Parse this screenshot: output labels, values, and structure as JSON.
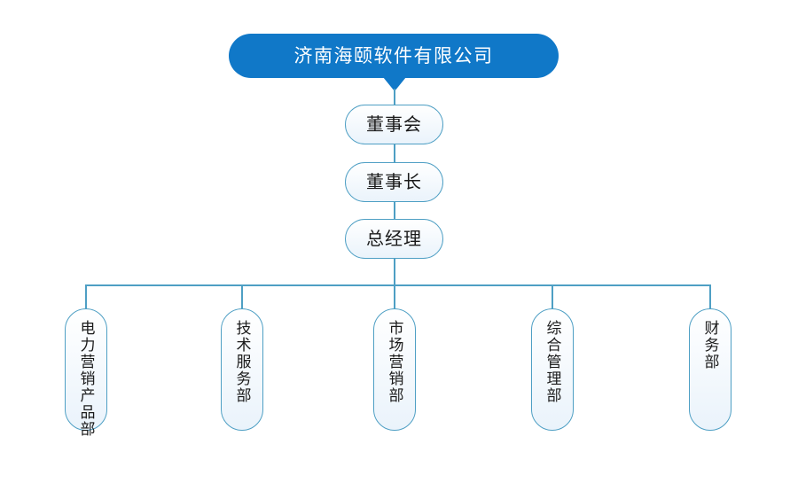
{
  "diagram": {
    "type": "organization-chart",
    "title": "济南海颐软件有限公司组织结构图",
    "colors": {
      "banner_fill": "#1078C8",
      "banner_text": "#FFFFFF",
      "node_border": "#4E9FC4",
      "node_fill_top": "#FFFFFF",
      "node_fill_bottom": "#E8F2FA",
      "connector": "#4E9FC4",
      "node_text": "#1A1A1A",
      "background": "#FFFFFF"
    },
    "banner": {
      "label": "济南海颐软件有限公司"
    },
    "chain": [
      {
        "id": "board",
        "label": "董事会"
      },
      {
        "id": "chairman",
        "label": "董事长"
      },
      {
        "id": "general-manager",
        "label": "总经理"
      }
    ],
    "departments": [
      {
        "id": "power-marketing-product",
        "label": "电力营销产品部"
      },
      {
        "id": "technical-service",
        "label": "技术服务部"
      },
      {
        "id": "market-marketing",
        "label": "市场营销部"
      },
      {
        "id": "general-management",
        "label": "综合管理部"
      },
      {
        "id": "finance",
        "label": "财务部"
      }
    ]
  }
}
